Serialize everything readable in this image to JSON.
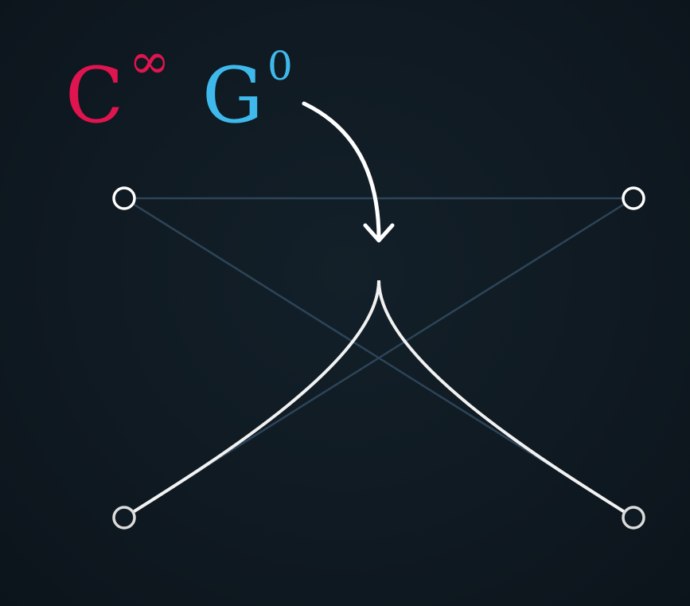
{
  "labels": {
    "continuity_letter": "C",
    "continuity_superscript": "∞",
    "geometric_letter": "G",
    "geometric_superscript": "0"
  },
  "colors": {
    "background": "#101a23",
    "continuity": "#e0144f",
    "geometric": "#3fb9ec",
    "curve": "#ffffff",
    "control_polygon": "#2d4459",
    "control_point_stroke": "#ffffff"
  },
  "icons": {
    "annotation_arrow": "curved-arrow-icon"
  }
}
